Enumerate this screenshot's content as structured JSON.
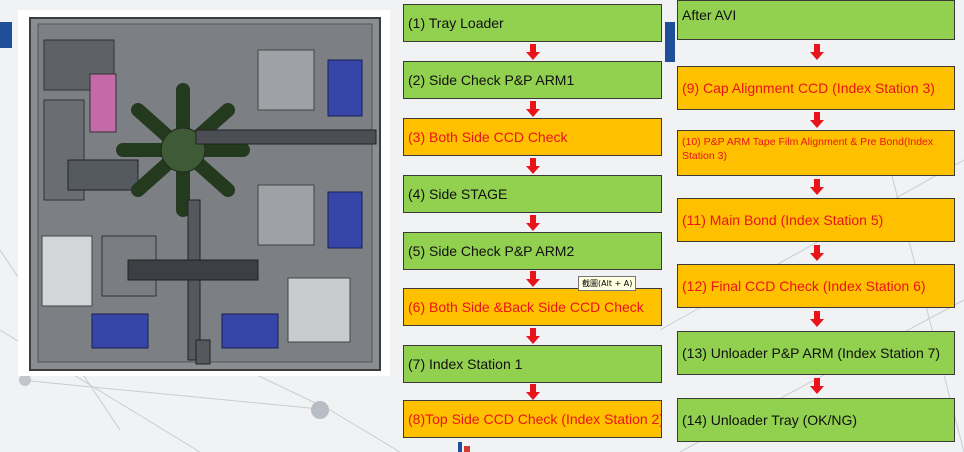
{
  "left_column": [
    {
      "label": "(1) Tray Loader",
      "color": "green"
    },
    {
      "label": "(2) Side Check P&P ARM1",
      "color": "green"
    },
    {
      "label": "(3) Both Side CCD Check",
      "color": "orange"
    },
    {
      "label": "(4) Side STAGE",
      "color": "green"
    },
    {
      "label": "(5) Side Check P&P ARM2",
      "color": "green"
    },
    {
      "label": "(6) Both Side &Back Side CCD Check",
      "color": "orange"
    },
    {
      "label": "(7) Index Station 1",
      "color": "green"
    },
    {
      "label": "(8)Top Side CCD Check (Index Station 2)",
      "color": "orange"
    }
  ],
  "right_column": [
    {
      "label": "After AVI",
      "color": "green"
    },
    {
      "label": "(9) Cap Alignment CCD  (Index Station 3)",
      "color": "orange"
    },
    {
      "label": "(10) P&P ARM Tape Film Alignment  & Pre Bond(Index Station 3)",
      "color": "orange"
    },
    {
      "label": "(11) Main Bond (Index Station 5)",
      "color": "orange"
    },
    {
      "label": "(12) Final CCD Check (Index Station 6)",
      "color": "orange"
    },
    {
      "label": "(13) Unloader P&P ARM (Index Station 7)",
      "color": "green"
    },
    {
      "label": "(14) Unloader Tray (OK/NG)",
      "color": "green"
    }
  ],
  "tooltip": "截圖(Alt + A)",
  "colors": {
    "green": "#92d050",
    "orange": "#ffc000",
    "arrow": "#e8141a",
    "orange_text": "#e8141a"
  },
  "icons": {
    "arrow": "down-arrow-icon",
    "machine": "machine-layout-drawing"
  }
}
